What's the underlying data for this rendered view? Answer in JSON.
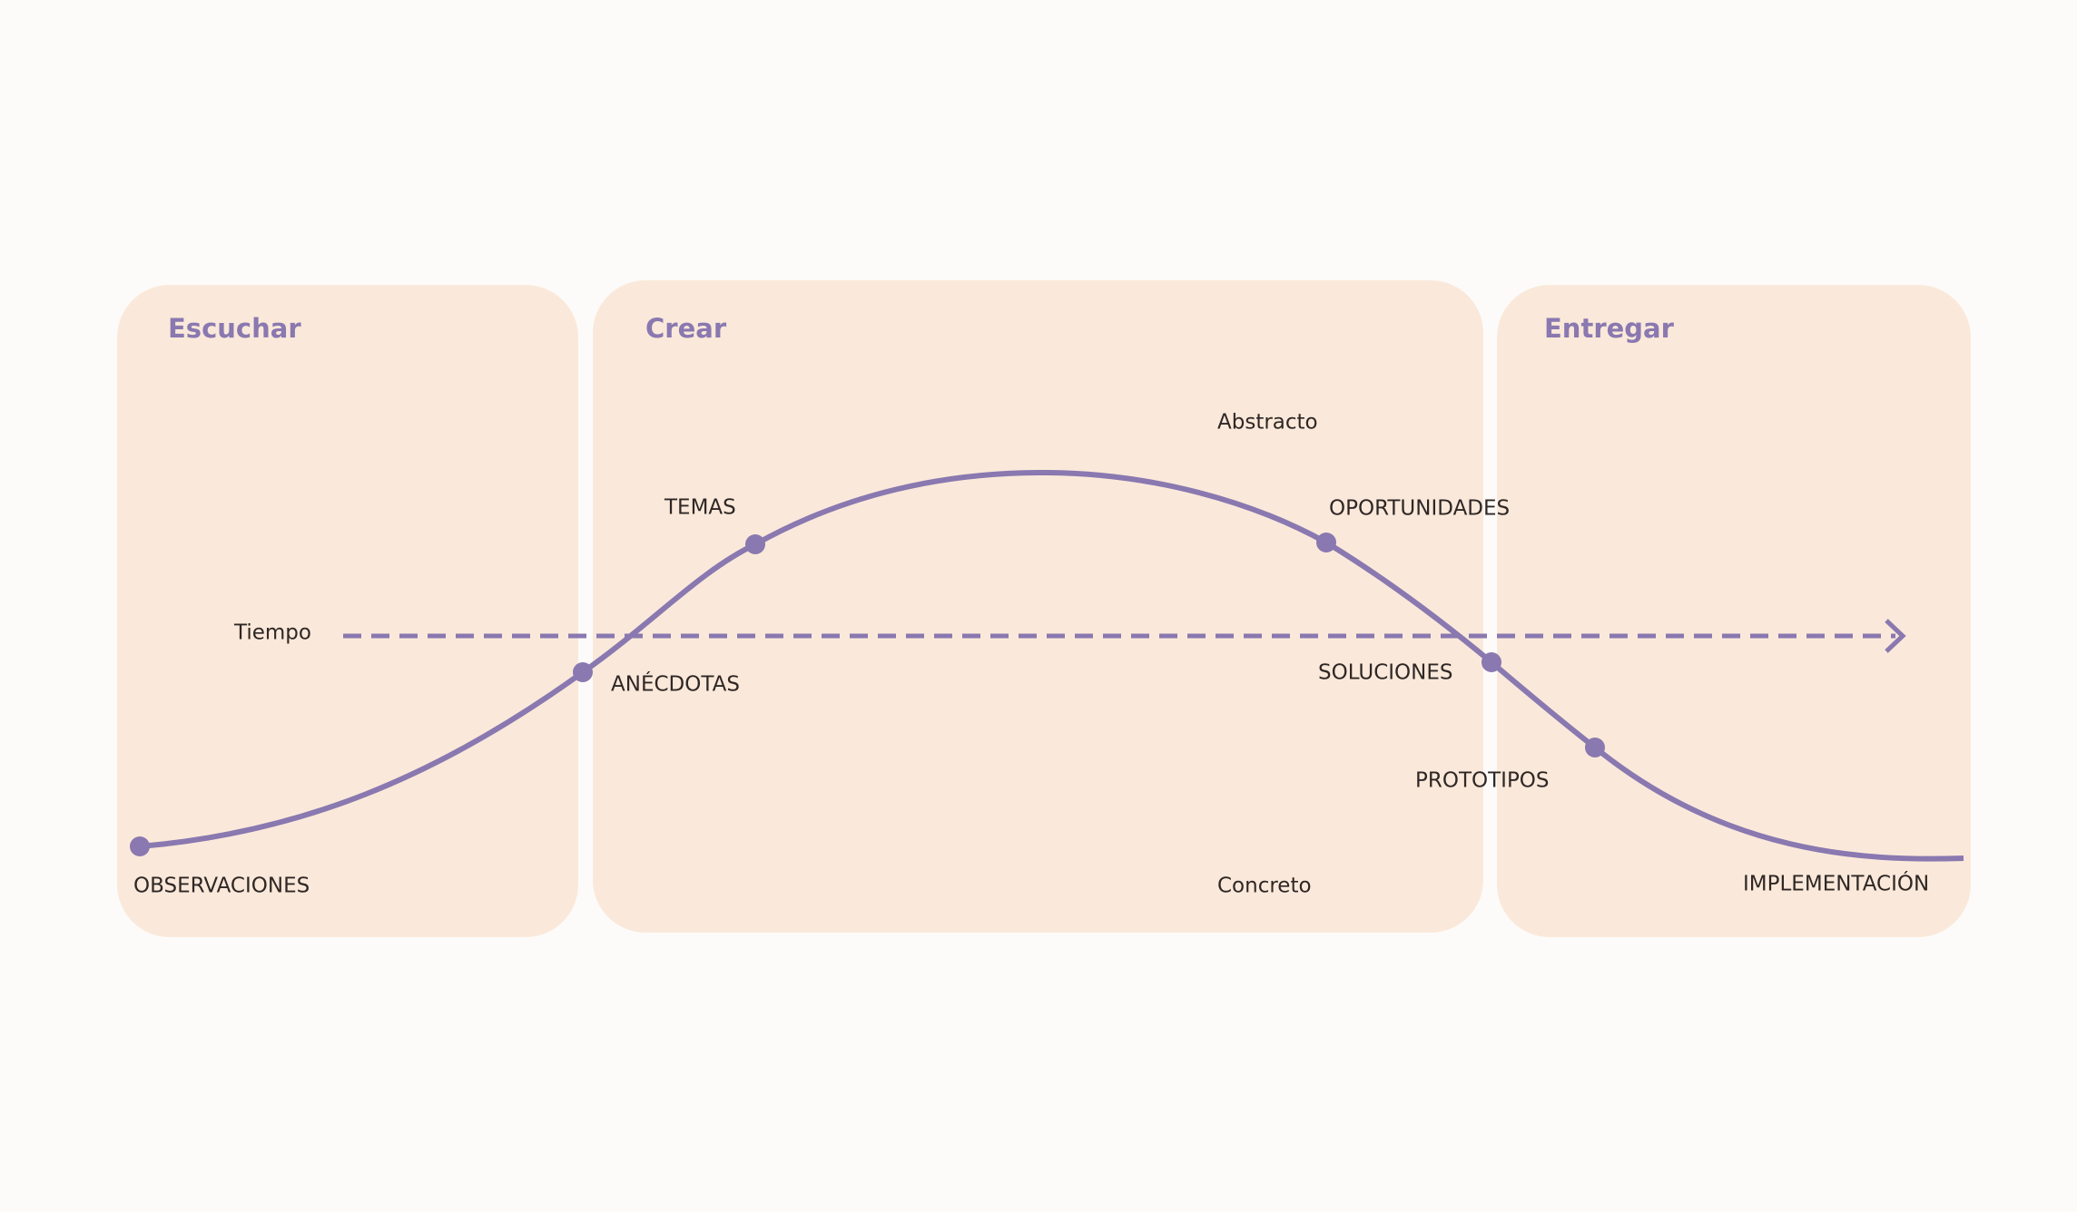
{
  "colors": {
    "background": "#fdfbf9",
    "panel": "#fae9da",
    "accent": "#8a78b0",
    "text": "#2f2725"
  },
  "phases": [
    "Escuchar",
    "Crear",
    "Entregar"
  ],
  "axis": {
    "time_label": "Tiempo",
    "top_label": "Abstracto",
    "bottom_label": "Concreto"
  },
  "stages": [
    "OBSERVACIONES",
    "ANÉCDOTAS",
    "TEMAS",
    "OPORTUNIDADES",
    "SOLUCIONES",
    "PROTOTIPOS",
    "IMPLEMENTACIÓN"
  ]
}
